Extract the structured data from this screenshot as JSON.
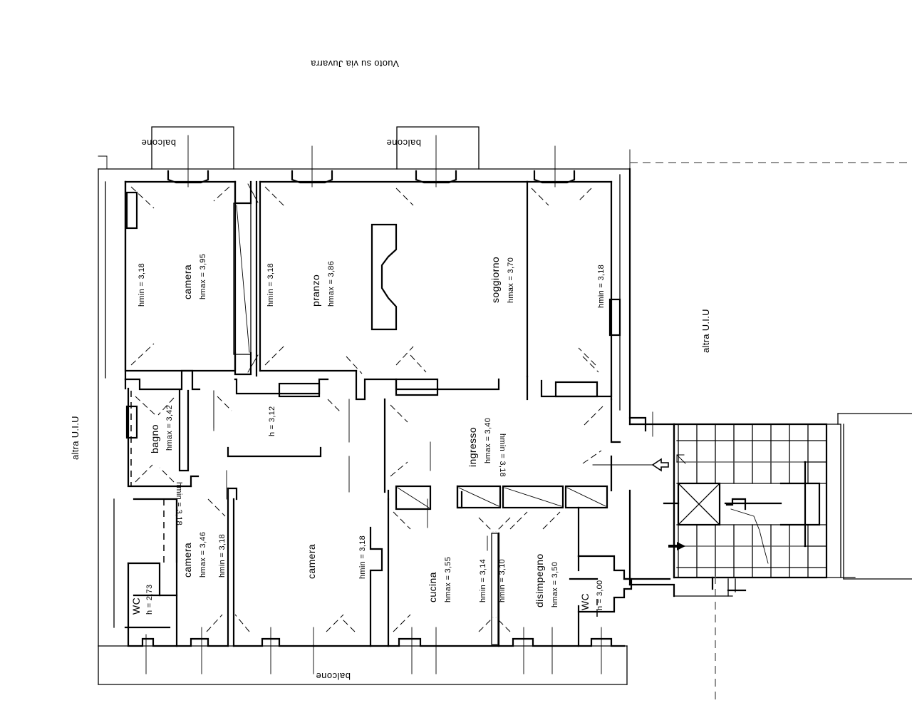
{
  "document": {
    "type": "architectural-floor-plan",
    "title_top": "Vuoto su via Juvarra"
  },
  "exterior_labels": {
    "void_street": "Vuoto su via Juvarra",
    "other_unit_left": "altra U.I.U",
    "other_unit_right": "altra U.I.U",
    "balcony_top_left": "balcone",
    "balcony_top_right": "balcone",
    "balcony_bottom": "balcone"
  },
  "rooms": [
    {
      "id": "camera-1",
      "name": "camera",
      "hmax": "hmax = 3,95",
      "hmin": "hmin = 3,18",
      "hmin2": "hmin = 3,18"
    },
    {
      "id": "pranzo",
      "name": "pranzo",
      "hmax": "hmax = 3,86",
      "hmin": "",
      "hmin2": ""
    },
    {
      "id": "soggiorno",
      "name": "soggiorno",
      "hmax": "hmax = 3,70",
      "hmin": "hmin = 3,18",
      "hmin2": ""
    },
    {
      "id": "bagno",
      "name": "bagno",
      "hmax": "hmax = 3,42",
      "hmin": "hmin = 3,18",
      "hmin2": ""
    },
    {
      "id": "corridoio",
      "name": "",
      "hmax": "h = 3,12",
      "hmin": "",
      "hmin2": ""
    },
    {
      "id": "ingresso",
      "name": "ingresso",
      "hmax": "hmax = 3,40",
      "hmin": "hmin = 3,18",
      "hmin2": ""
    },
    {
      "id": "wc-left",
      "name": "WC",
      "hmax": "h = 2,73",
      "hmin": "",
      "hmin2": ""
    },
    {
      "id": "camera-2",
      "name": "camera",
      "hmax": "hmax = 3,46",
      "hmin": "hmin = 3,18",
      "hmin2": ""
    },
    {
      "id": "camera-3",
      "name": "camera",
      "hmax": "",
      "hmin": "hmin = 3,18",
      "hmin2": ""
    },
    {
      "id": "cucina",
      "name": "cucina",
      "hmax": "hmax = 3,55",
      "hmin": "hmin = 3,14",
      "hmin2": "hmin = 3,10"
    },
    {
      "id": "disimpegno",
      "name": "disimpegno",
      "hmax": "hmax = 3,50",
      "hmin": "",
      "hmin2": ""
    },
    {
      "id": "wc-right",
      "name": "WC",
      "hmax": "h = 3,00",
      "hmin": "",
      "hmin2": ""
    }
  ],
  "room_text": {
    "camera1_name": "camera",
    "camera1_hmax": "hmax = 3,95",
    "camera1_hmin": "hmin = 3,18",
    "pranzo_hminleft": "hmin = 3,18",
    "pranzo_name": "pranzo",
    "pranzo_hmax": "hmax = 3,86",
    "soggiorno_name": "soggiorno",
    "soggiorno_hmax": "hmax = 3,70",
    "soggiorno_hmin": "hmin = 3,18",
    "bagno_name": "bagno",
    "bagno_hmax": "hmax = 3,42",
    "bagno_hmin": "hmin = 3,18",
    "corridoio_h": "h = 3,12",
    "ingresso_name": "ingresso",
    "ingresso_hmax": "hmax = 3,40",
    "ingresso_hmin": "hmin = 3,18",
    "wc_left_name": "WC",
    "wc_left_h": "h = 2,73",
    "camera2_name": "camera",
    "camera2_hmax": "hmax = 3,46",
    "camera2_hmin": "hmin = 3,18",
    "camera3_name": "camera",
    "camera3_hmin": "hmin = 3,18",
    "cucina_name": "cucina",
    "cucina_hmax": "hmax = 3,55",
    "cucina_hmin1": "hmin = 3,14",
    "cucina_hmin2": "hmin = 3,10",
    "disimpegno_name": "disimpegno",
    "disimpegno_hmax": "hmax = 3,50",
    "wc_right_name": "WC",
    "wc_right_h": "h = 3,00"
  },
  "colors": {
    "line": "#000000",
    "background": "#ffffff",
    "dashed": "#555555"
  }
}
